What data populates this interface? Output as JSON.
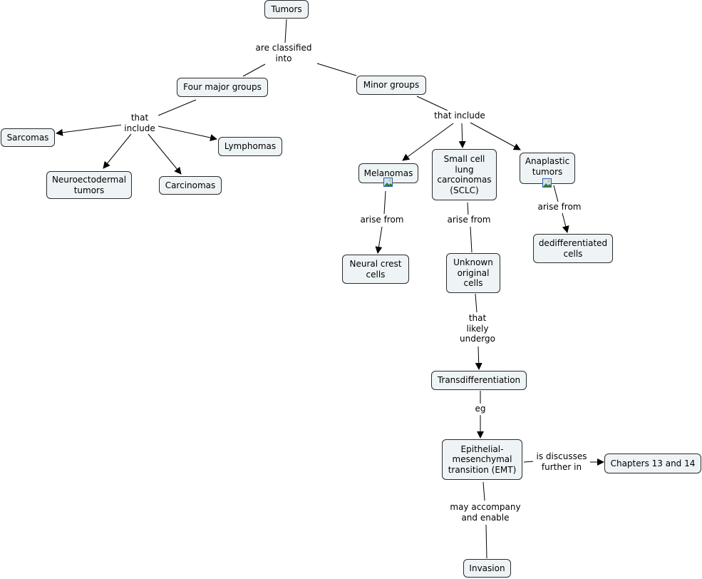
{
  "nodes": {
    "tumors": "Tumors",
    "four_major": "Four major groups",
    "minor": "Minor groups",
    "sarcomas": "Sarcomas",
    "lymphomas": "Lymphomas",
    "neuroecto": "Neuroectodermal\ntumors",
    "carcinomas": "Carcinomas",
    "melanomas": "Melanomas",
    "sclc": "Small cell\nlung\ncarcoinomas\n(SCLC)",
    "anaplastic": "Anaplastic\ntumors",
    "neural_crest": "Neural crest\ncells",
    "unknown": "Unknown\noriginal\ncells",
    "dediff": "dedifferentiated\ncells",
    "transdiff": "Transdifferentiation",
    "emt": "Epithelial-\nmesenchymal\ntransition (EMT)",
    "chapters": "Chapters 13 and 14",
    "invasion": "Invasion"
  },
  "links": {
    "classified": "are classified\ninto",
    "that_include_left": "that\ninclude",
    "that_include_right": "that include",
    "arise_mel": "arise from",
    "arise_sclc": "arise from",
    "arise_ana": "arise from",
    "likely": "that\nlikely\nundergo",
    "eg": "eg",
    "discusses": "is discusses\nfurther in",
    "accompany": "may accompany\nand enable"
  },
  "icons": [
    "image-icon",
    "image-icon"
  ]
}
